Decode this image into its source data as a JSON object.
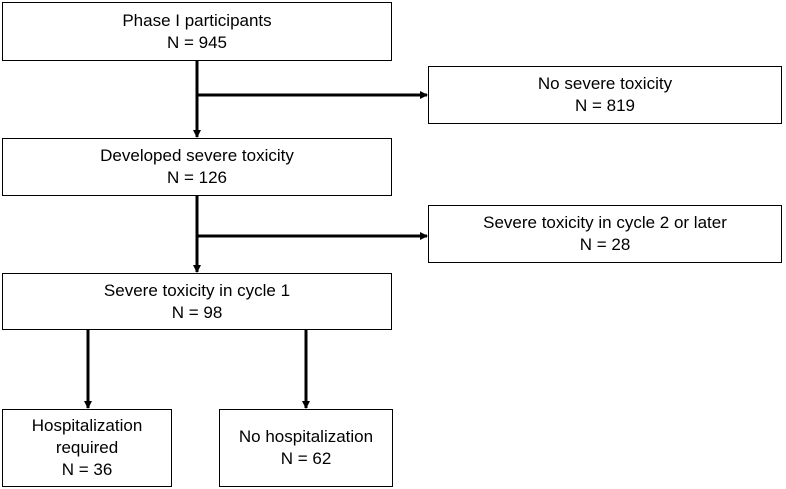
{
  "boxes": {
    "participants": {
      "title": "Phase I participants",
      "count": "N = 945"
    },
    "no_severe": {
      "title": "No severe toxicity",
      "count": "N = 819"
    },
    "developed": {
      "title": "Developed severe toxicity",
      "count": "N = 126"
    },
    "later_cycle": {
      "title": "Severe toxicity in cycle 2 or later",
      "count": "N = 28"
    },
    "cycle1": {
      "title": "Severe toxicity in cycle 1",
      "count": "N = 98"
    },
    "hospitalized": {
      "title_line1": "Hospitalization",
      "title_line2": "required",
      "count": "N = 36"
    },
    "no_hospital": {
      "title": "No hospitalization",
      "count": "N = 62"
    }
  }
}
